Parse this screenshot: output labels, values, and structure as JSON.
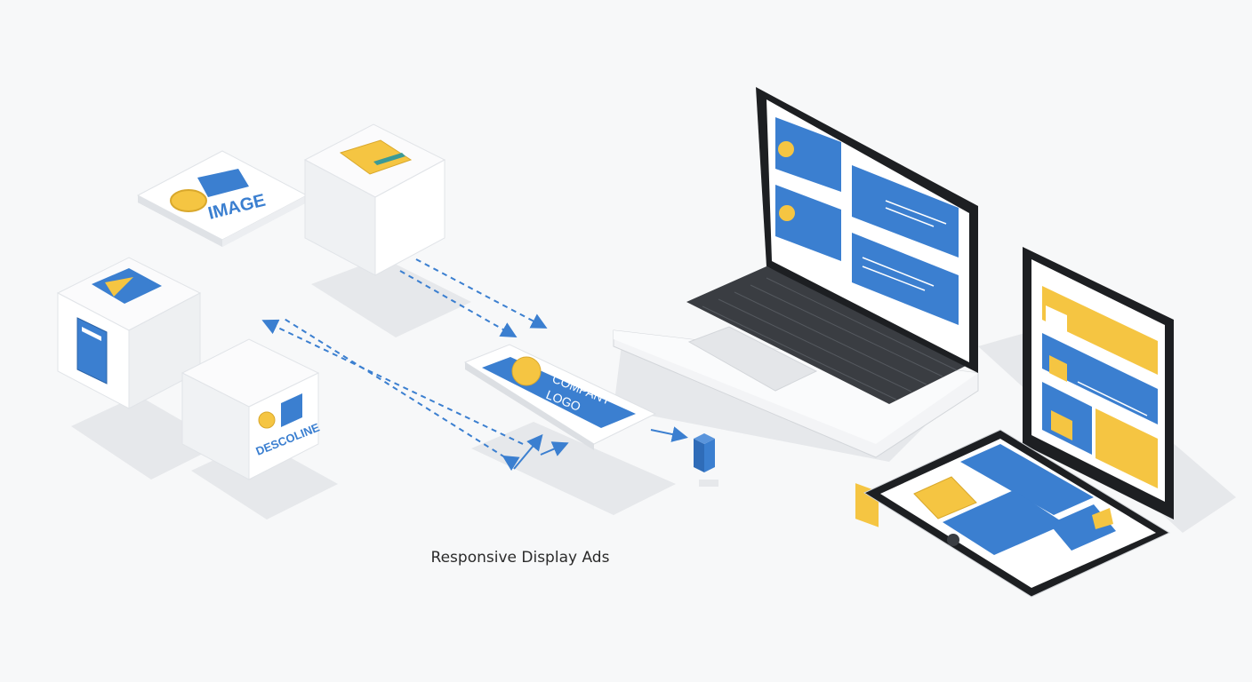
{
  "caption": "Responsive Display Ads",
  "assets": {
    "image_label": "IMAGE",
    "headline_label": "DESCOLINE",
    "logo_label_line1": "COMPANY",
    "logo_label_line2": "LOGO"
  },
  "colors": {
    "brand_blue": "#3b7fd0",
    "accent_yellow": "#f5c542",
    "background": "#f7f8f9",
    "cube_face": "#ffffff",
    "device_frame": "#1d1f22"
  }
}
